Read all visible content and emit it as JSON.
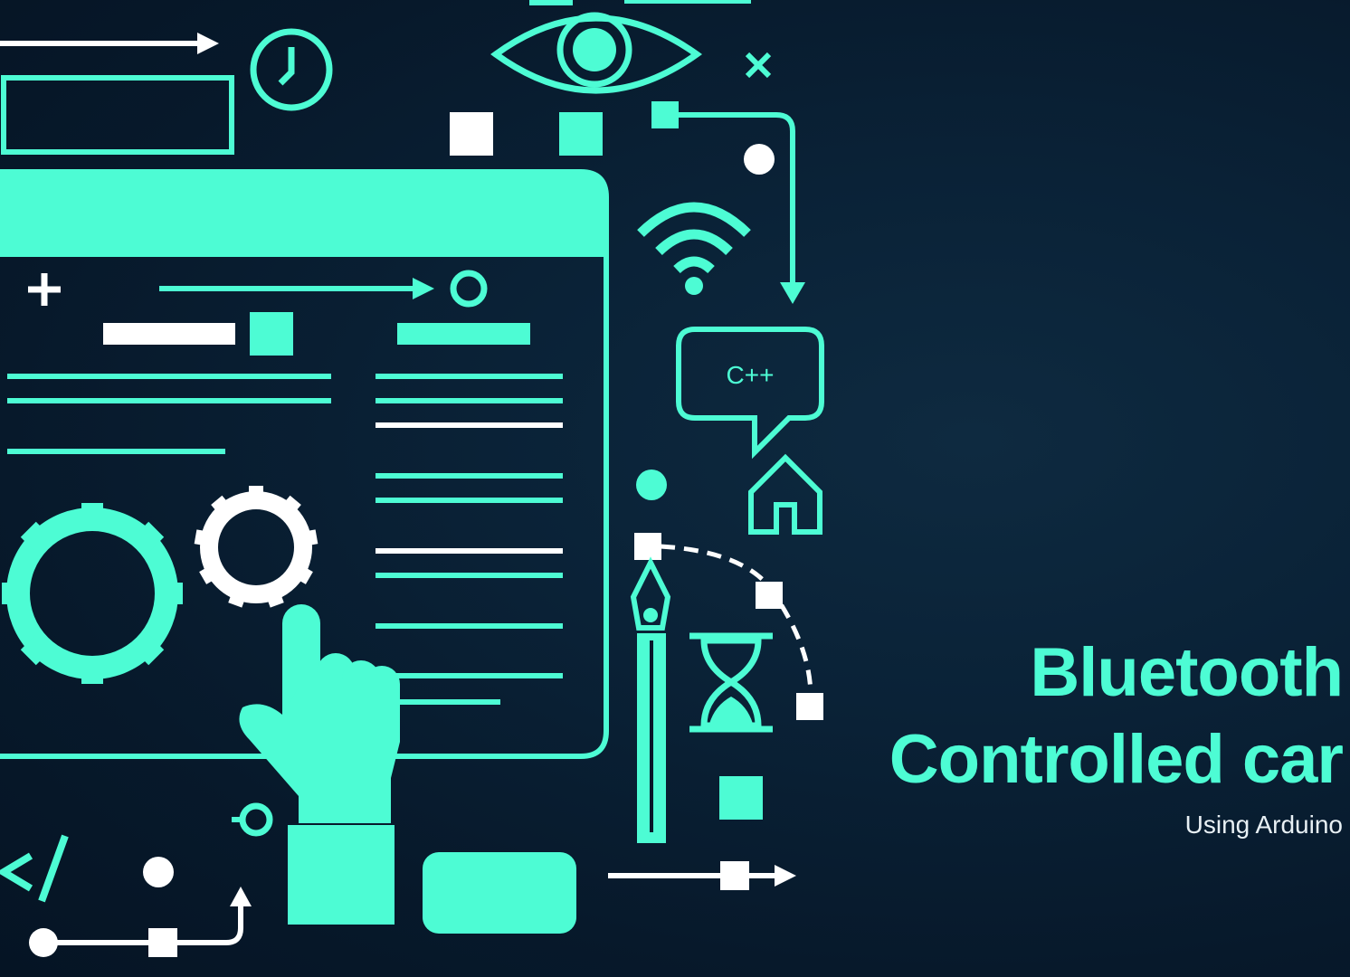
{
  "colors": {
    "accent": "#4dfcd4",
    "white": "#ffffff",
    "background": "#07192b"
  },
  "title": {
    "line1": "Bluetooth",
    "line2": "Controlled car",
    "subtitle": "Using Arduino"
  },
  "illustration": {
    "speech_bubble_label": "C++",
    "icons": [
      "arrow-right-icon",
      "clock-icon",
      "eye-icon",
      "close-icon",
      "wifi-icon",
      "chat-bubble-icon",
      "home-icon",
      "gear-icon",
      "pointing-hand-icon",
      "pen-nib-icon",
      "hourglass-icon",
      "code-tag-icon",
      "plus-icon"
    ]
  }
}
